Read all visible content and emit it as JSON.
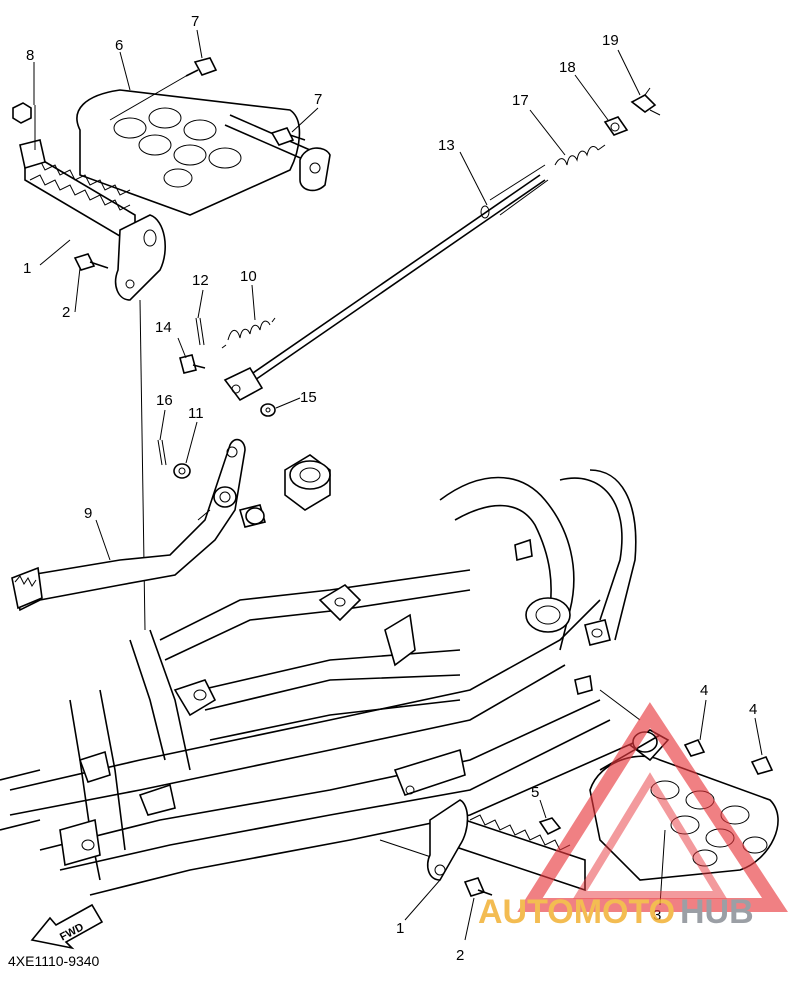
{
  "diagram_code": "4XE1110-9340",
  "fwd_label": "FWD",
  "watermark": {
    "part1": "AUTOMOTO",
    "part2": "HUB",
    "color_red": "#e8383d",
    "color_orange": "#f2b134",
    "color_gray": "#8a8f96"
  },
  "callouts": [
    {
      "id": "c1a",
      "text": "1"
    },
    {
      "id": "c1b",
      "text": "1"
    },
    {
      "id": "c2a",
      "text": "2"
    },
    {
      "id": "c2b",
      "text": "2"
    },
    {
      "id": "c3",
      "text": "3"
    },
    {
      "id": "c4a",
      "text": "4"
    },
    {
      "id": "c4b",
      "text": "4"
    },
    {
      "id": "c5",
      "text": "5"
    },
    {
      "id": "c6",
      "text": "6"
    },
    {
      "id": "c7a",
      "text": "7"
    },
    {
      "id": "c7b",
      "text": "7"
    },
    {
      "id": "c8",
      "text": "8"
    },
    {
      "id": "c9",
      "text": "9"
    },
    {
      "id": "c10",
      "text": "10"
    },
    {
      "id": "c11",
      "text": "11"
    },
    {
      "id": "c12",
      "text": "12"
    },
    {
      "id": "c13",
      "text": "13"
    },
    {
      "id": "c14",
      "text": "14"
    },
    {
      "id": "c15",
      "text": "15"
    },
    {
      "id": "c16",
      "text": "16"
    },
    {
      "id": "c17",
      "text": "17"
    },
    {
      "id": "c18",
      "text": "18"
    },
    {
      "id": "c19",
      "text": "19"
    }
  ]
}
